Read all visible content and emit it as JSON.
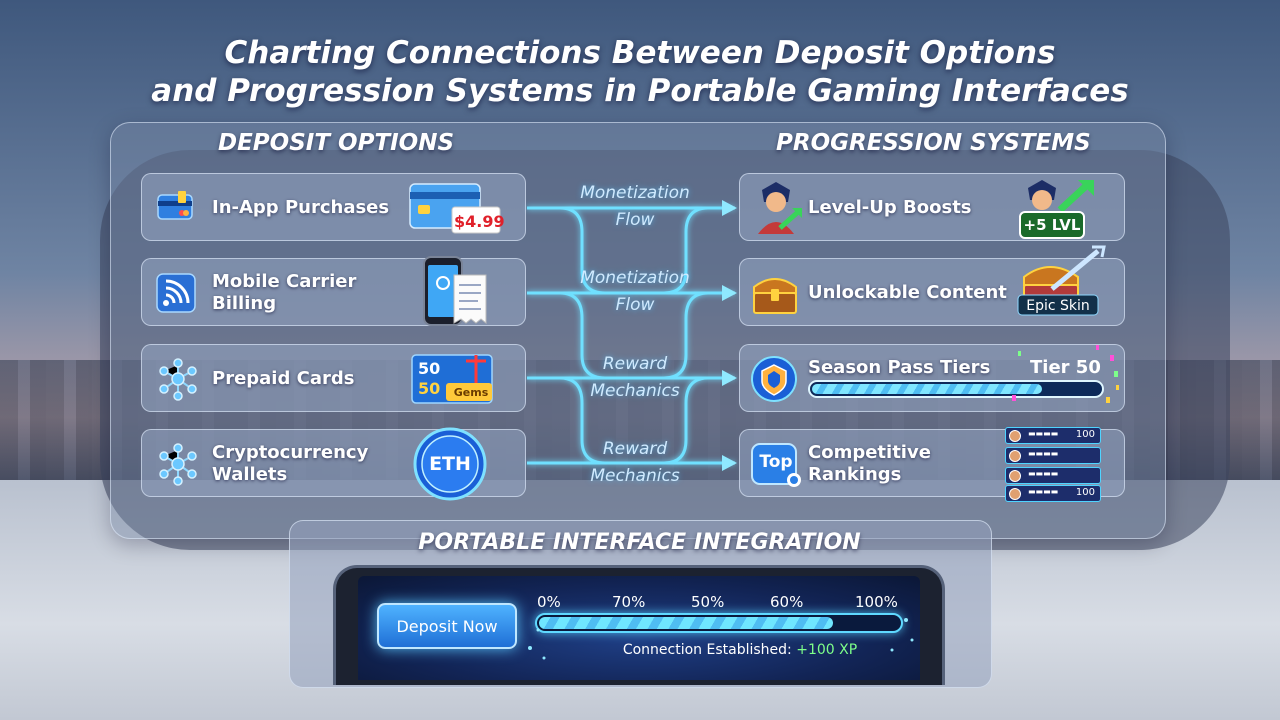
{
  "title_lines": [
    "Charting Connections Between  Deposit Options",
    "and Progression Systems in Portable Gaming Interfaces"
  ],
  "columns": {
    "left": "DEPOSIT OPTIONS",
    "right": "PROGRESSION SYSTEMS"
  },
  "deposit_options": [
    {
      "label_lines": [
        "In-App Purchases"
      ],
      "icon": "credit-card-icon",
      "badge": "$4.99"
    },
    {
      "label_lines": [
        "Mobile Carrier",
        "Billing"
      ],
      "icon": "signal-icon"
    },
    {
      "label_lines": [
        "Prepaid Cards"
      ],
      "icon": "network-icon",
      "card_values": [
        "50",
        "50"
      ],
      "badge": "Gems"
    },
    {
      "label_lines": [
        "Cryptocurrency",
        "Wallets"
      ],
      "icon": "network-icon",
      "badge": "ETH"
    }
  ],
  "flows": [
    {
      "lines": [
        "Monetization",
        "Flow"
      ]
    },
    {
      "lines": [
        "Monetization",
        "Flow"
      ]
    },
    {
      "lines": [
        "Reward",
        "Mechanics"
      ]
    },
    {
      "lines": [
        "Reward",
        "Mechanics"
      ]
    }
  ],
  "progression_systems": [
    {
      "label_lines": [
        "Level-Up Boosts"
      ],
      "icon": "hero-avatar-icon",
      "badge": "+5 LVL"
    },
    {
      "label_lines": [
        "Unlockable Content"
      ],
      "icon": "treasure-chest-icon",
      "badge": "Epic Skin"
    },
    {
      "label_lines": [
        "Season Pass Tiers"
      ],
      "icon": "shield-badge-icon",
      "badge": "Tier 50",
      "progress": 0.8
    },
    {
      "label_lines": [
        "Competitive",
        "Rankings"
      ],
      "icon": "top-badge-icon",
      "badge": "Top",
      "scores": [
        "100",
        "",
        "",
        "100"
      ]
    }
  ],
  "bottom": {
    "title": "PORTABLE INTERFACE INTEGRATION",
    "button": "Deposit Now",
    "ticks": [
      "0%",
      "70%",
      "50%",
      "60%",
      "100%"
    ],
    "progress": 0.82,
    "status_prefix": "Connection Established:",
    "status_xp": "+100 XP"
  },
  "colors": {
    "accent": "#5fd9ff",
    "glow": "#3fb6ff",
    "xp": "#7dff8a",
    "price": "#e0202a"
  }
}
